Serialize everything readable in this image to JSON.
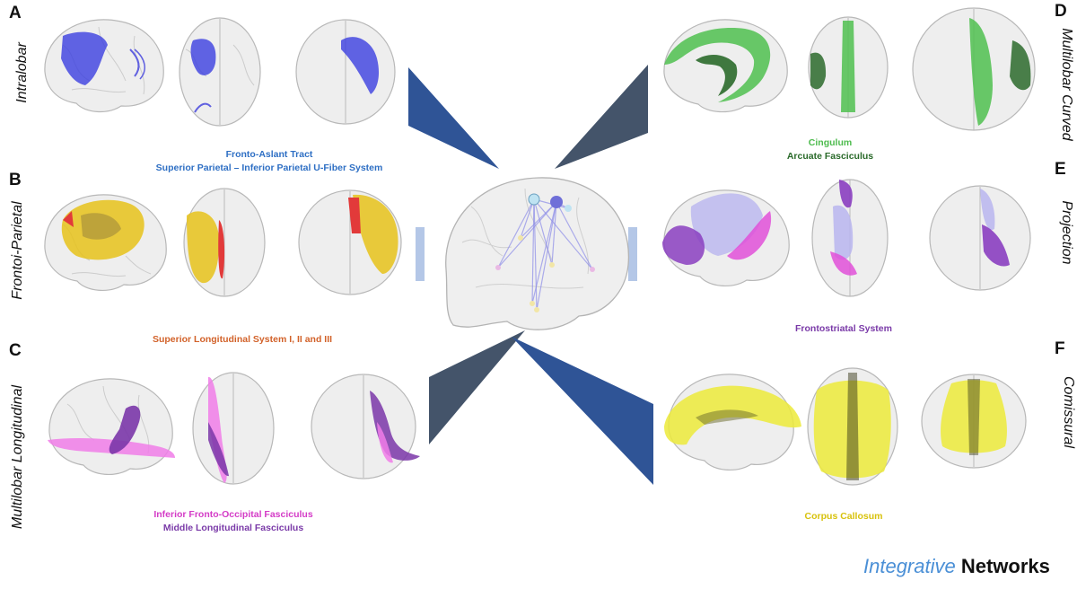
{
  "panels": {
    "A": {
      "letter": "A",
      "label": "Intralobar",
      "caption1": "Fronto-Aslant Tract",
      "caption2": "Superior Parietal – Inferior Parietal U-Fiber System"
    },
    "B": {
      "letter": "B",
      "label": "Frontoi-Parietal",
      "caption1": "Superior Longitudinal System I, II and III"
    },
    "C": {
      "letter": "C",
      "label": "Multilobar Longitudinal",
      "caption1": "Inferior Fronto-Occipital Fasciculus",
      "caption2": "Middle Longitudinal Fasciculus"
    },
    "D": {
      "letter": "D",
      "label": "Multilobar Curved",
      "caption1": "Cingulum",
      "caption2": "Arcuate Fasciculus"
    },
    "E": {
      "letter": "E",
      "label": "Projection",
      "caption1": "Frontostriatal System"
    },
    "F": {
      "letter": "F",
      "label": "Comissural",
      "caption1": "Corpus Callosum"
    }
  },
  "colors": {
    "A_caption": "#2e6fc4",
    "B_caption": "#d2622a",
    "C_caption1": "#d43cc7",
    "C_caption2": "#7a3aa8",
    "D_caption1": "#4dbb4d",
    "D_caption2": "#2a6a2a",
    "E_caption": "#7a3aa8",
    "F_caption": "#d8c20c",
    "tract_blue": "#3b3fe0",
    "tract_yellow": "#e6c21a",
    "tract_red": "#e23a3a",
    "tract_pink": "#f07ce8",
    "tract_purple": "#7a36a8",
    "tract_green": "#4fc04f",
    "tract_darkgreen": "#2b6a2b",
    "tract_lavender": "#b9b5ef",
    "tract_violet": "#8a3ec0",
    "tract_lightyellow": "#ecea3a",
    "connector_blue": "#2f5496",
    "connector_slate": "#44546a",
    "connector_light": "#b4c7e7",
    "center_lines": "#8e8ee8"
  },
  "title": {
    "word1": "Integrative",
    "word2": "Networks"
  }
}
